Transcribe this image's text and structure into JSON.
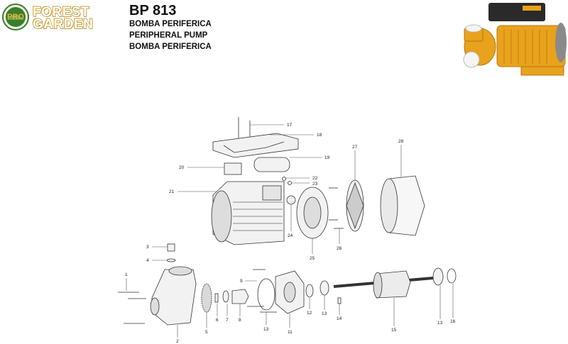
{
  "brand": {
    "line1": "FOREST",
    "line2": "GARDEN",
    "badge": "PRO"
  },
  "header": {
    "model": "BP 813",
    "subtitle_1": "BOMBA PERIFERICA",
    "subtitle_2": "PERIPHERAL PUMP",
    "subtitle_3": "BOMBA PERIFERICA"
  },
  "colors": {
    "pump_body": "#e8a21c",
    "motor_black": "#2a2a2a",
    "brand_green": "#3a7d2c"
  },
  "parts": {
    "p1": "1",
    "p2": "2",
    "p3": "3",
    "p4": "4",
    "p5": "5",
    "p6": "6",
    "p7": "7",
    "p8": "8",
    "p9": "9",
    "p11": "11",
    "p12": "12",
    "p13a": "13",
    "p13b": "13",
    "p13c": "13",
    "p14": "14",
    "p15": "15",
    "p16": "16",
    "p17": "17",
    "p18": "18",
    "p19": "19",
    "p20": "20",
    "p21": "21",
    "p22": "22",
    "p23": "23",
    "p24": "24",
    "p25": "25",
    "p26": "26",
    "p27": "27",
    "p28": "28"
  }
}
